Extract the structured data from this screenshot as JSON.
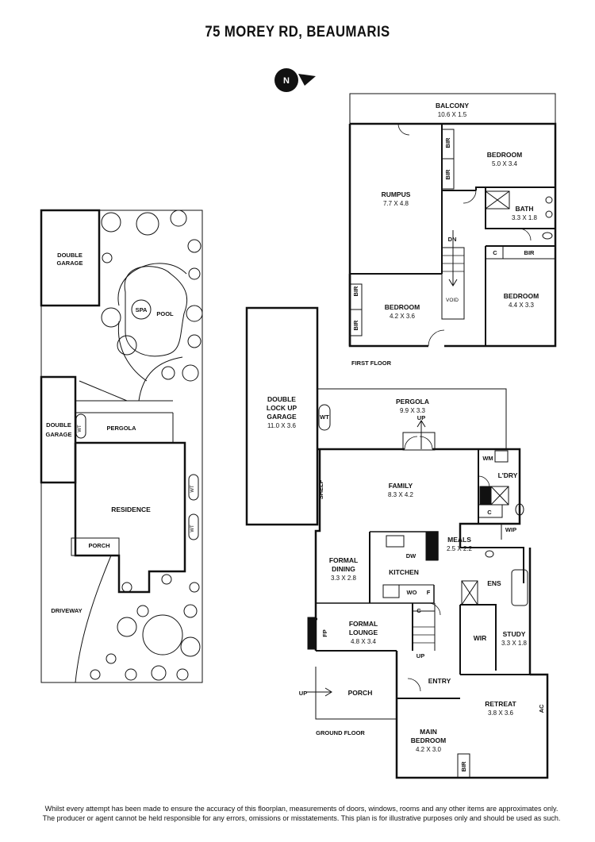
{
  "title": "75 MOREY RD, BEAUMARIS",
  "compass": {
    "label": "N"
  },
  "site": {
    "double_garage_top": [
      "DOUBLE",
      "GARAGE"
    ],
    "double_garage_left": [
      "DOUBLE",
      "GARAGE"
    ],
    "spa": "SPA",
    "pool": "POOL",
    "pergola": "PERGOLA",
    "residence": "RESIDENCE",
    "porch": "PORCH",
    "driveway": "DRIVEWAY",
    "wt": "WT"
  },
  "first_floor": {
    "label": "FIRST FLOOR",
    "balcony": {
      "name": "BALCONY",
      "dim": "10.6 X 1.5"
    },
    "rumpus": {
      "name": "RUMPUS",
      "dim": "7.7 X 4.8"
    },
    "bedroom_top": {
      "name": "BEDROOM",
      "dim": "5.0 X 3.4"
    },
    "bath": {
      "name": "BATH",
      "dim": "3.3 X 1.8"
    },
    "bedroom_right": {
      "name": "BEDROOM",
      "dim": "4.4 X 3.3"
    },
    "bedroom_left": {
      "name": "BEDROOM",
      "dim": "4.2 X 3.6"
    },
    "bir": "BIR",
    "c": "C",
    "dn": "DN",
    "void": "VOID"
  },
  "ground_floor": {
    "label": "GROUND FLOOR",
    "garage": {
      "name": [
        "DOUBLE",
        "LOCK UP",
        "GARAGE"
      ],
      "dim": "11.0 X 3.6"
    },
    "pergola": {
      "name": "PERGOLA",
      "dim": "9.9 X 3.3"
    },
    "family": {
      "name": "FAMILY",
      "dim": "8.3 X 4.2"
    },
    "laundry": "L'DRY",
    "wm": "WM",
    "meals": {
      "name": "MEALS",
      "dim": "2.5 X 2.2"
    },
    "wip": "WIP",
    "formal_dining": {
      "name": [
        "FORMAL",
        "DINING"
      ],
      "dim": "3.3 X 2.8"
    },
    "kitchen": "KITCHEN",
    "dw": "DW",
    "wo": "WO",
    "f": "F",
    "c": "C",
    "ens": "ENS",
    "formal_lounge": {
      "name": [
        "FORMAL",
        "LOUNGE"
      ],
      "dim": "4.8 X 3.4"
    },
    "fp": "FP",
    "study": {
      "name": "STUDY",
      "dim": "3.3 X 1.8"
    },
    "wir": "WIR",
    "entry": "ENTRY",
    "porch": "PORCH",
    "retreat": {
      "name": "RETREAT",
      "dim": "3.8 X 3.6"
    },
    "ac": "AC",
    "main_bedroom": {
      "name": [
        "MAIN",
        "BEDROOM"
      ],
      "dim": "4.2 X 3.0"
    },
    "bir": "BIR",
    "up": "UP",
    "shelf": "SHELF",
    "wt": "WT"
  },
  "disclaimer": [
    "Whilst every attempt has been made to ensure the accuracy of this floorplan, measurements of doors, windows, rooms and any other items are approximates only.",
    "The producer or agent cannot be held responsible for any errors, omissions or misstatements. This plan is for illustrative purposes only and should be used as such."
  ]
}
